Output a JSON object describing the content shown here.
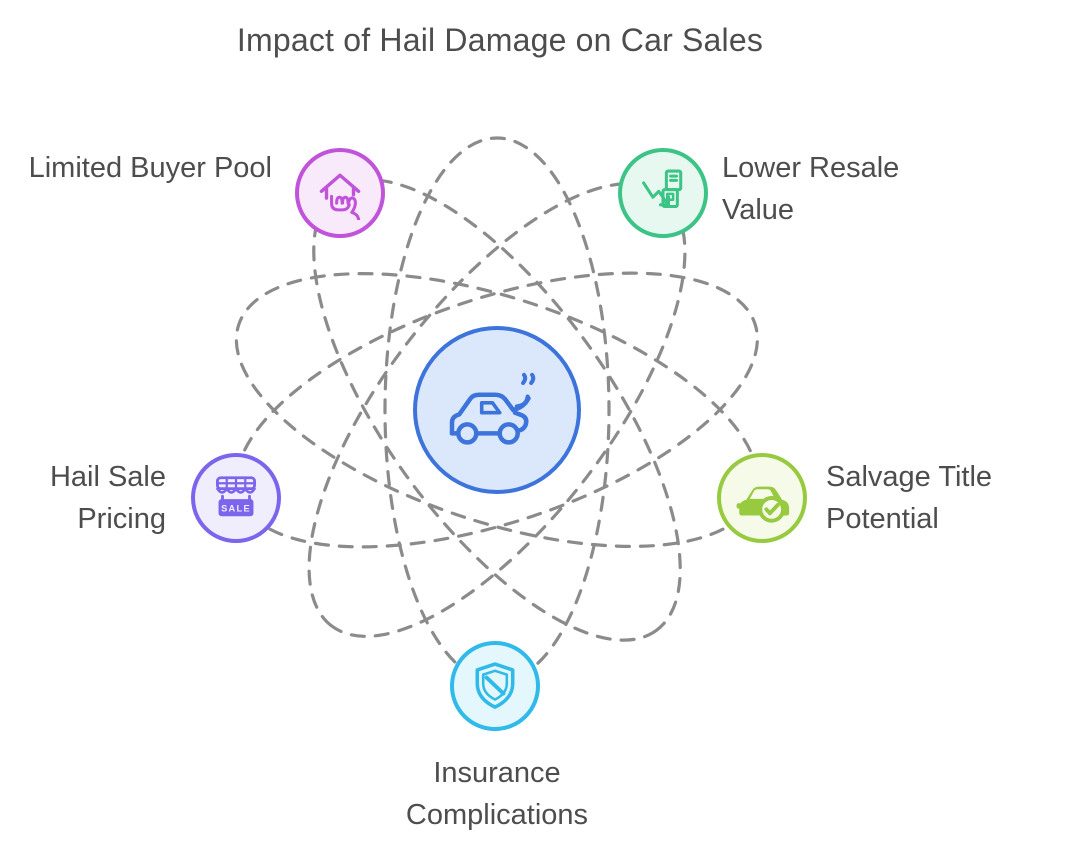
{
  "title": "Impact of Hail Damage on Car Sales",
  "text_color": "#4d4d4d",
  "orbit": {
    "line_color": "#8b8b8b",
    "style": "dashed"
  },
  "center_node": {
    "icon": "damaged-car-icon",
    "border_color": "#3d74dc",
    "fill_color": "#dbe7fa"
  },
  "nodes": [
    {
      "id": "limited-buyer-pool",
      "label": "Limited Buyer Pool",
      "icon": "house-hand-icon",
      "border_color": "#c053da",
      "fill_color": "#f8e9fb"
    },
    {
      "id": "lower-resale-value",
      "label": "Lower Resale Value",
      "icon": "money-decline-icon",
      "border_color": "#3cc487",
      "fill_color": "#e7f8f0"
    },
    {
      "id": "hail-sale-pricing",
      "label": "Hail Sale Pricing",
      "icon": "sale-stall-icon",
      "border_color": "#7d64ec",
      "fill_color": "#f0eefc",
      "sign_text": "SALE"
    },
    {
      "id": "salvage-title-potential",
      "label": "Salvage Title Potential",
      "icon": "car-check-icon",
      "border_color": "#97ca3f",
      "fill_color": "#f5fae9"
    },
    {
      "id": "insurance-complications",
      "label": "Insurance Complications",
      "icon": "shield-slash-icon",
      "border_color": "#2fbae9",
      "fill_color": "#e4f7fd"
    }
  ]
}
